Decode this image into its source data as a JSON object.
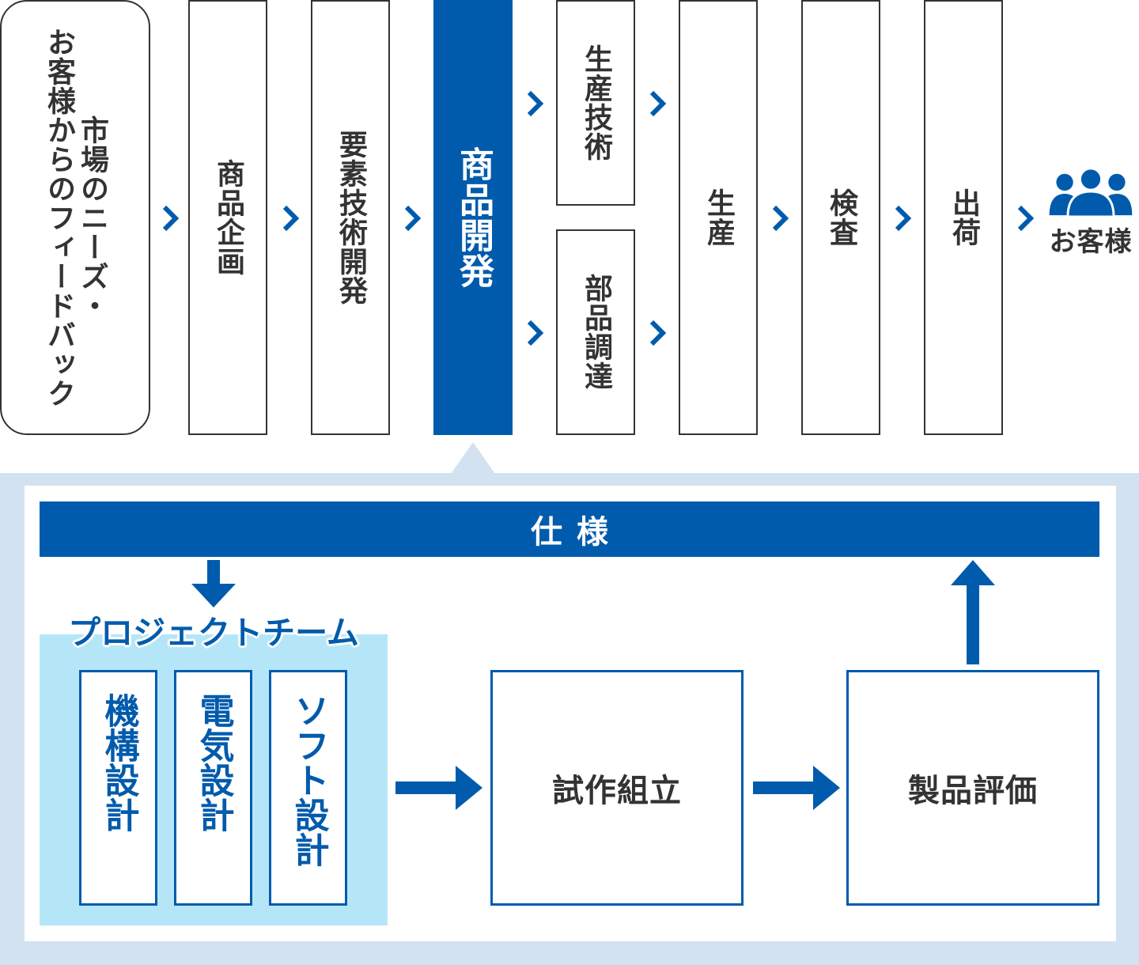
{
  "flow": {
    "feedback": {
      "line1": "市場のニーズ・",
      "line2": "お客様からのフィードバック"
    },
    "steps": [
      {
        "label": "商品企画"
      },
      {
        "label": "要素技術開発"
      },
      {
        "label": "商品開発"
      },
      {
        "label": "生産技術"
      },
      {
        "label": "部品調達"
      },
      {
        "label": "生産"
      },
      {
        "label": "検査"
      },
      {
        "label": "出荷"
      }
    ],
    "active_step": "商品開発",
    "customer": {
      "label": "お客様",
      "icon": "people-group-icon"
    }
  },
  "detail": {
    "spec_label": "仕様",
    "team": {
      "title": "プロジェクトチーム",
      "members": [
        {
          "label": "機構設計"
        },
        {
          "label": "電気設計"
        },
        {
          "label": "ソフト設計"
        }
      ]
    },
    "assembly_label": "試作組立",
    "evaluation_label": "製品評価"
  },
  "colors": {
    "primary": "#005bac",
    "panel_bg": "#d3e2f1",
    "team_bg": "#b5e6f8",
    "border": "#333333",
    "text": "#333333"
  }
}
